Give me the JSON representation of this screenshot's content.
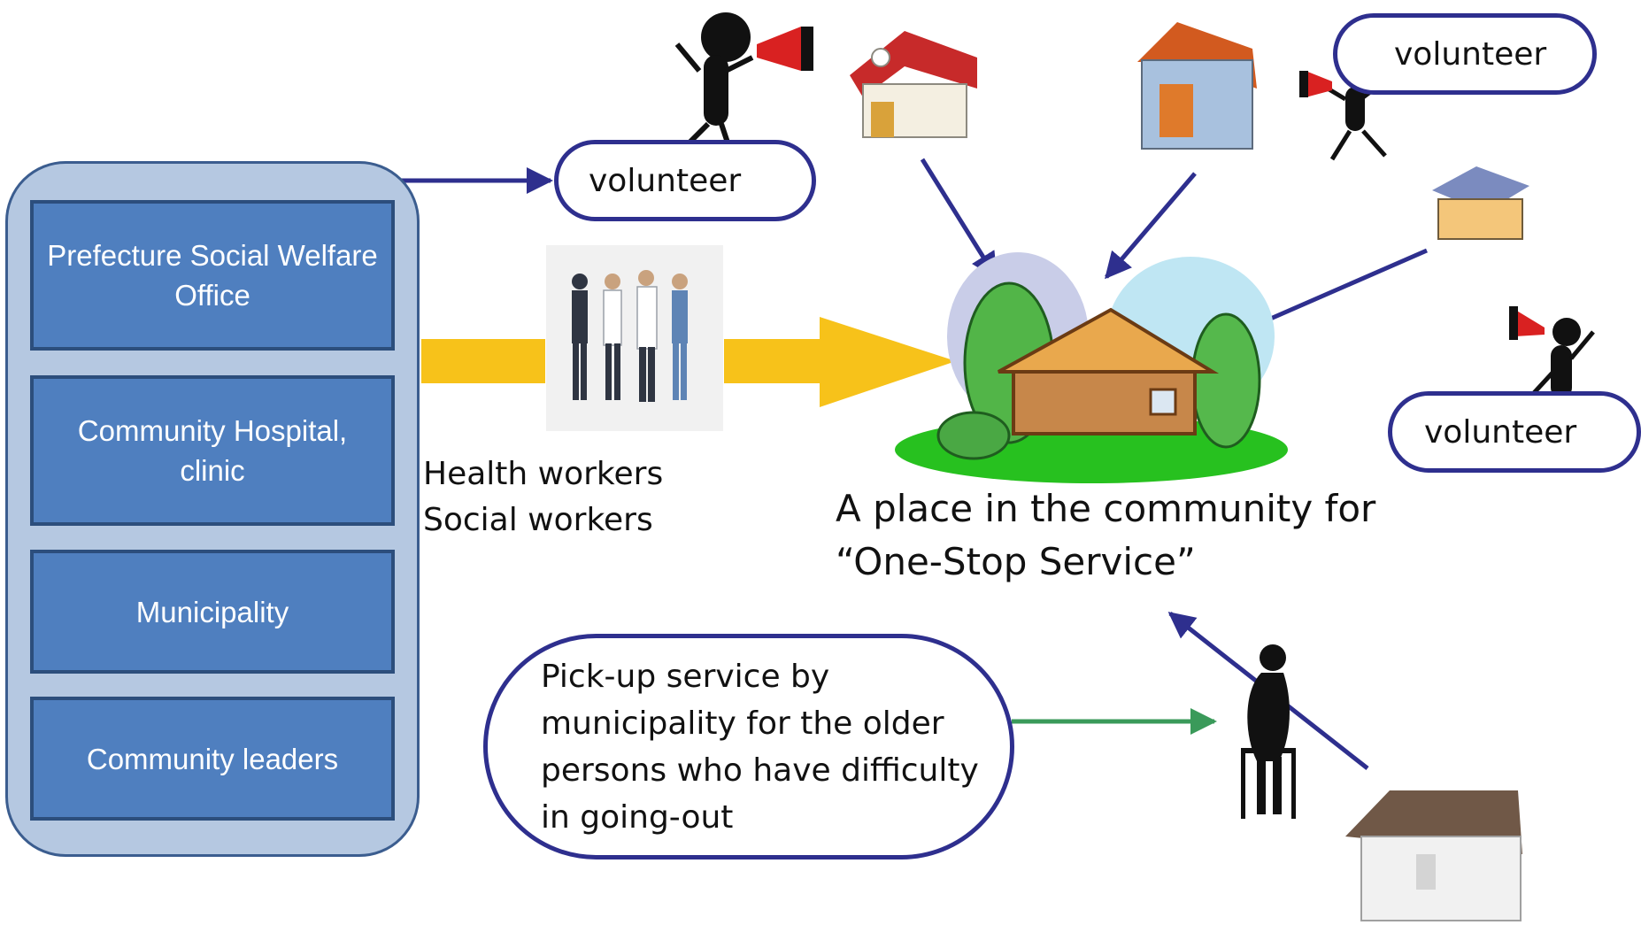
{
  "organizations": [
    {
      "label": "Prefecture Social Welfare Office"
    },
    {
      "label": "Community Hospital, clinic"
    },
    {
      "label": "Municipality"
    },
    {
      "label": "Community leaders"
    }
  ],
  "volunteers": {
    "left": "volunteer",
    "top_right": "volunteer",
    "right": "volunteer"
  },
  "workers": {
    "line1": "Health workers",
    "line2": "Social workers"
  },
  "center": {
    "line1": "A place in the community for",
    "line2": "“One-Stop Service”"
  },
  "pickup": {
    "line1": "Pick-up service by",
    "line2": "municipality for the older",
    "line3": "persons who have difficulty",
    "line4": "in going-out"
  },
  "colors": {
    "panel_fill": "#b5c8e1",
    "box_fill": "#4f7fbf",
    "arrow_navy": "#2e2f8e",
    "arrow_yellow": "#f7c21a",
    "arrow_green": "#3a9a5a"
  },
  "icons": [
    "megaphone-person-icon",
    "house-icon",
    "doctors-group-icon",
    "cabin-icon",
    "elderly-walker-icon"
  ]
}
